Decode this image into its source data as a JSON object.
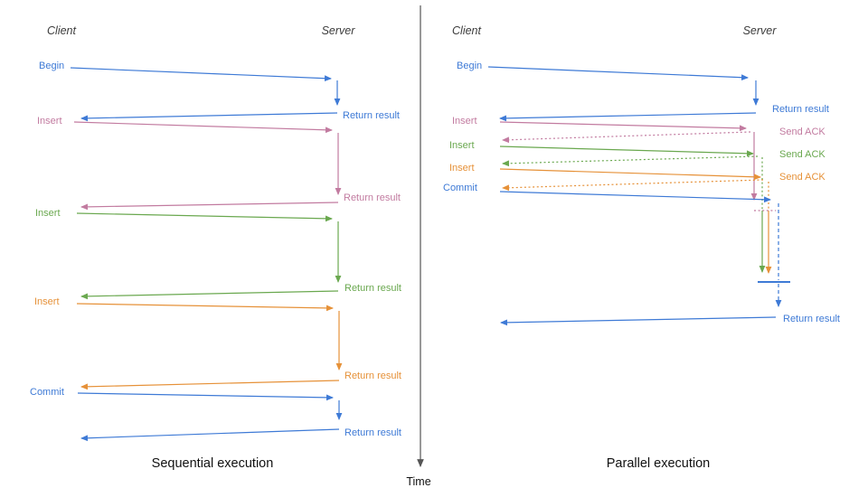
{
  "colors": {
    "blue": "#3e7ad6",
    "pink": "#c27ba0",
    "green": "#6aa84f",
    "orange": "#e69138",
    "axis": "#555555"
  },
  "axis": {
    "time_label": "Time"
  },
  "sequential": {
    "client_header": "Client",
    "server_header": "Server",
    "caption": "Sequential execution",
    "ops": [
      {
        "label": "Begin",
        "return_label": "Return result"
      },
      {
        "label": "Insert",
        "return_label": "Return result"
      },
      {
        "label": "Insert",
        "return_label": "Return result"
      },
      {
        "label": "Insert",
        "return_label": "Return result"
      },
      {
        "label": "Commit",
        "return_label": "Return result"
      }
    ]
  },
  "parallel": {
    "client_header": "Client",
    "server_header": "Server",
    "caption": "Parallel execution",
    "begin": {
      "label": "Begin",
      "return_label": "Return result"
    },
    "inserts": [
      {
        "label": "Insert",
        "ack_label": "Send ACK"
      },
      {
        "label": "Insert",
        "ack_label": "Send ACK"
      },
      {
        "label": "Insert",
        "ack_label": "Send ACK"
      }
    ],
    "commit": {
      "label": "Commit",
      "return_label": "Return result"
    }
  }
}
